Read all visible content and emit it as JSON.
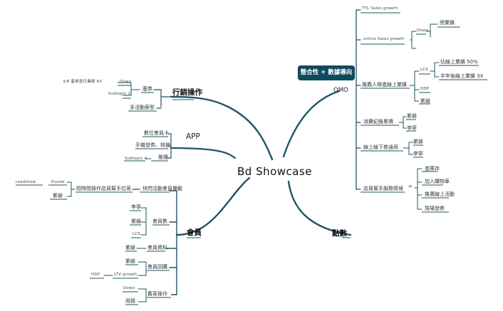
{
  "center": "Bd Showcase",
  "omo": {
    "label": "OMO",
    "badge": "整合性 + 數據導向",
    "ttl_sales": "TTL Sales growth",
    "online_sales": "online Sales growth",
    "dowo": "Dowo",
    "total_sales": "總業績",
    "referral": "推薦人帶進線上業績",
    "lcs": "LCS",
    "hdp": "HDP",
    "zidie_1": "紫爺",
    "online_share": "佔線上業績 50%",
    "h2_online": "半年後線上業績 3X",
    "consumption": "消費紀錄累積",
    "zidie_2": "紫爺",
    "liqin_1": "李寧",
    "coupon": "線上線下券通用",
    "zidie_3": "紫爺",
    "liqin_2": "李寧",
    "assistant": "店員幫手服務情境",
    "eq": "=",
    "stock": "查庫存",
    "cart": "加入購物車",
    "promo": "推廣線上活動",
    "issue_coupon": "現場發券"
  },
  "points": {
    "label": "點數"
  },
  "marketing": {
    "label": "行銷操作",
    "coupon": "塞券",
    "campaign_types": "多活動案型",
    "day_sales": "3/8 塞券當日業績 6X",
    "dowo": "Dowo",
    "subtopic": "Subtopic 2"
  },
  "app": {
    "label": "APP",
    "digital_card": "數位會員卡",
    "mobile_coupon": "手機發券、核銷",
    "push": "推播",
    "subtopic": "Subtopic 4"
  },
  "member": {
    "label": "會員",
    "roadshow": "快閃活動會員攔截",
    "roadshow_ops": "短時間操作店員幫手拉客",
    "roadshow_en": "roadshow",
    "puzzle": "Puzzle",
    "zidie_a": "紫爺",
    "member_count": "會員數",
    "liqin": "李寧",
    "zidie_b": "紫爺",
    "lcs": "LCS",
    "member_data": "會員資料",
    "zidie_c": "紫爺",
    "member_return": "會員回購",
    "zidie_d": "紫爺",
    "ltv": "LTV growth",
    "hdp": "HDP",
    "old_customer": "舊客操作",
    "dowo": "Dowo",
    "yuyang": "雨揚"
  }
}
